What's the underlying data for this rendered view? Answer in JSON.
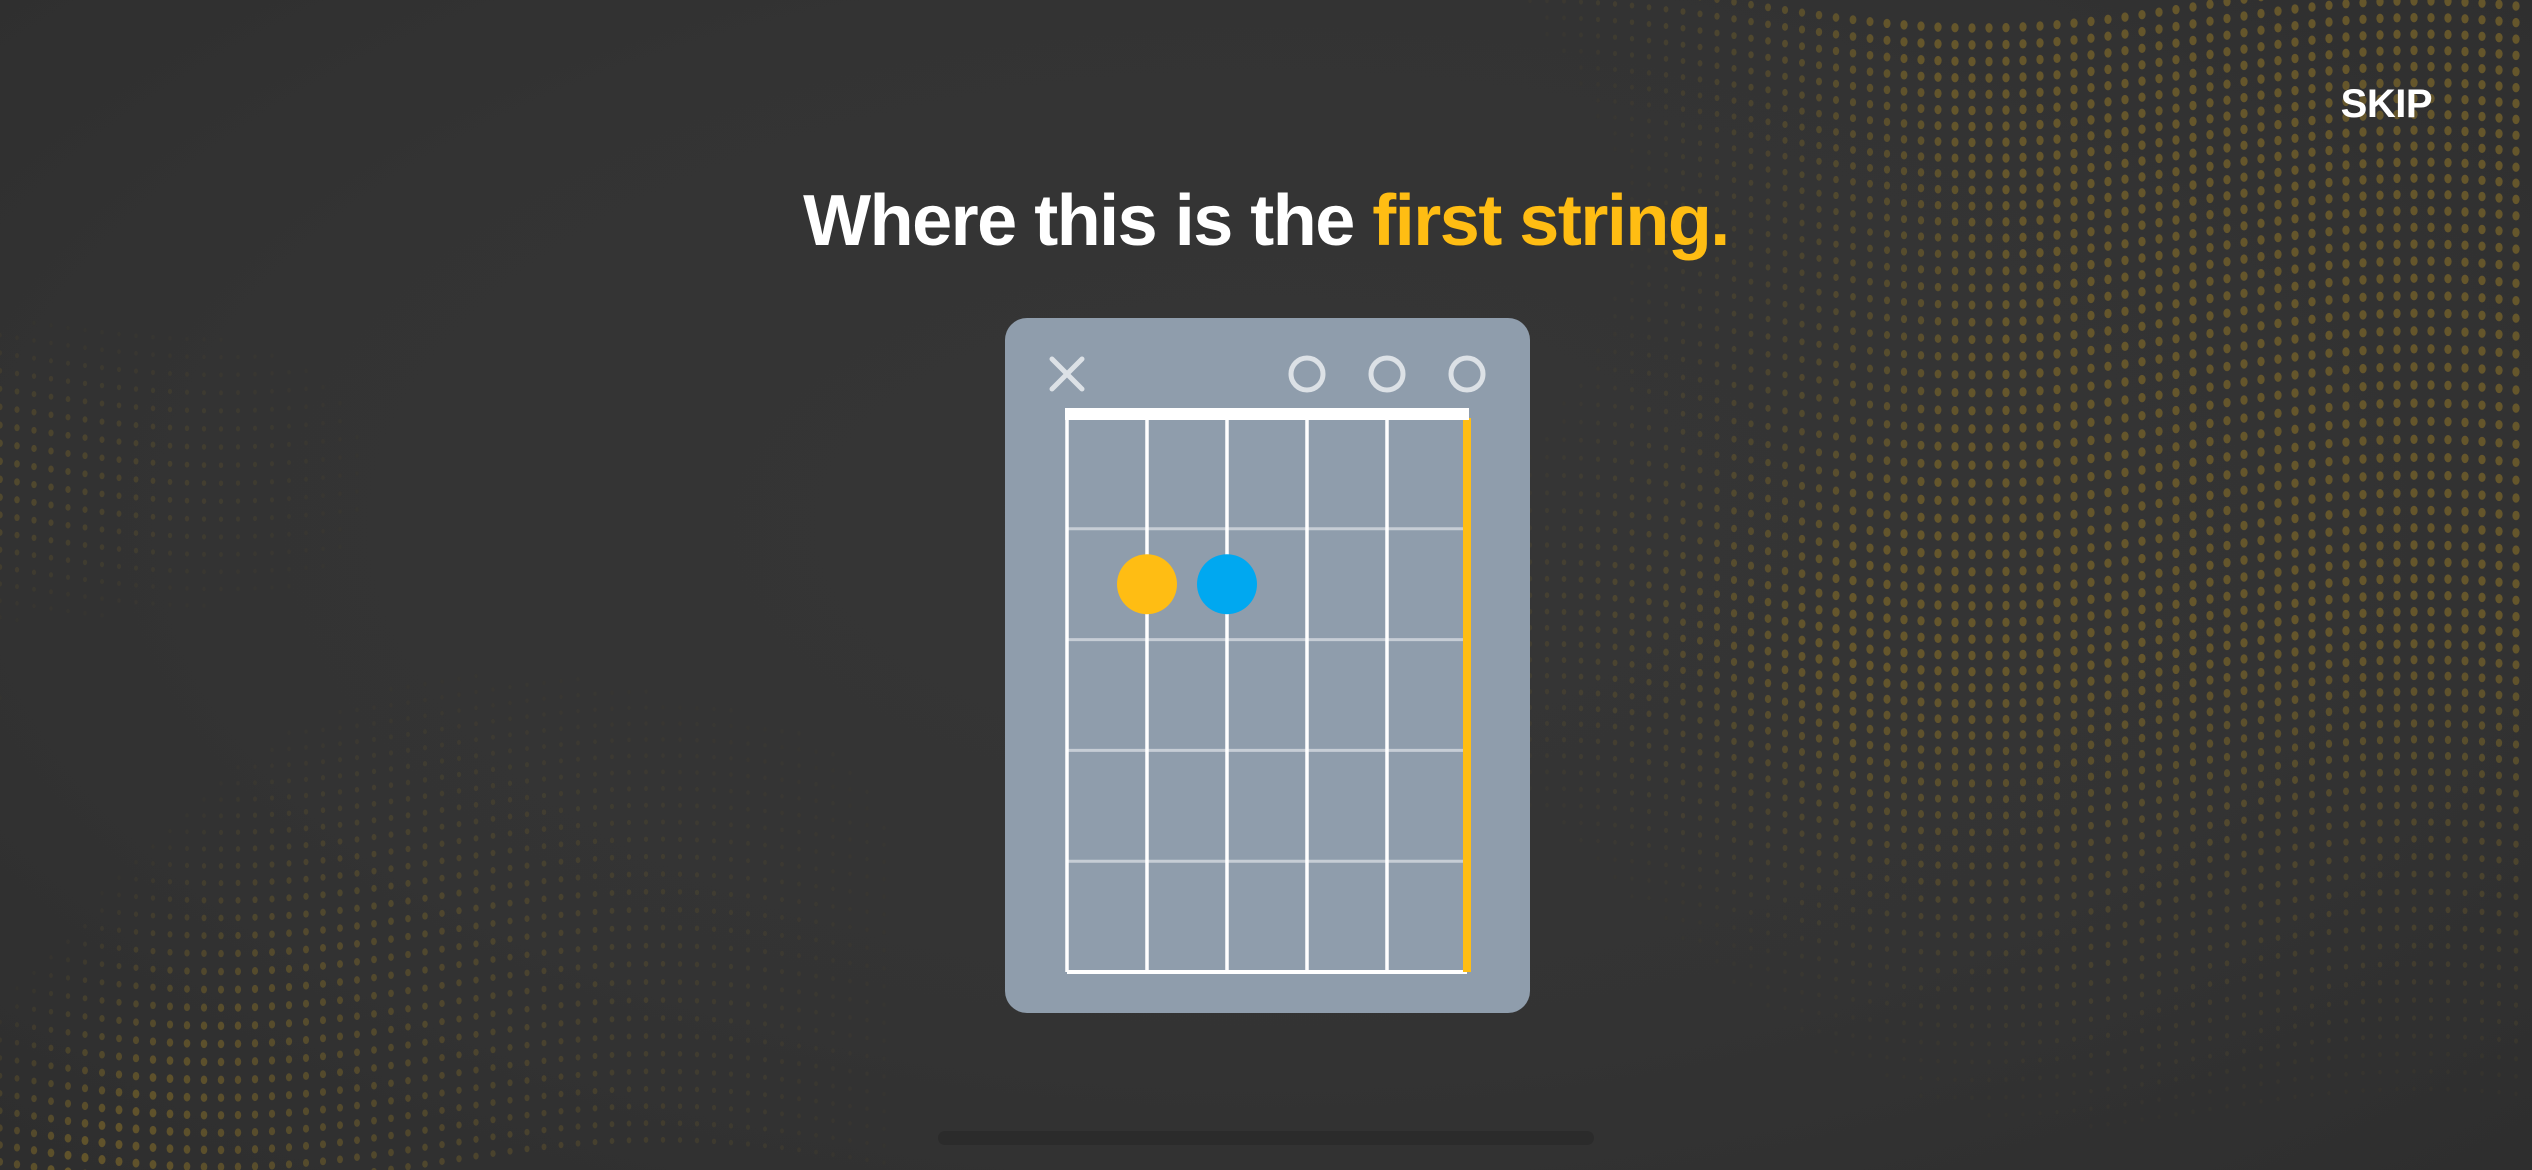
{
  "header": {
    "skip_label": "SKIP"
  },
  "headline": {
    "prefix": "Where this is the ",
    "highlight": "first string."
  },
  "chord_diagram": {
    "strings": 6,
    "frets_shown": 5,
    "string_markers": [
      "muted",
      "",
      "",
      "open",
      "open",
      "open"
    ],
    "fingers": [
      {
        "string": 2,
        "fret": 2,
        "color": "#ffbd13"
      },
      {
        "string": 3,
        "fret": 2,
        "color": "#00a8f0"
      }
    ],
    "highlighted_string": 6,
    "highlight_color": "#ffbd13",
    "nut_color": "#ffffff"
  },
  "colors": {
    "background": "#343434",
    "accent": "#ffbd13",
    "card": "#8f9dac",
    "dot_pattern": "#6e5d2a"
  }
}
